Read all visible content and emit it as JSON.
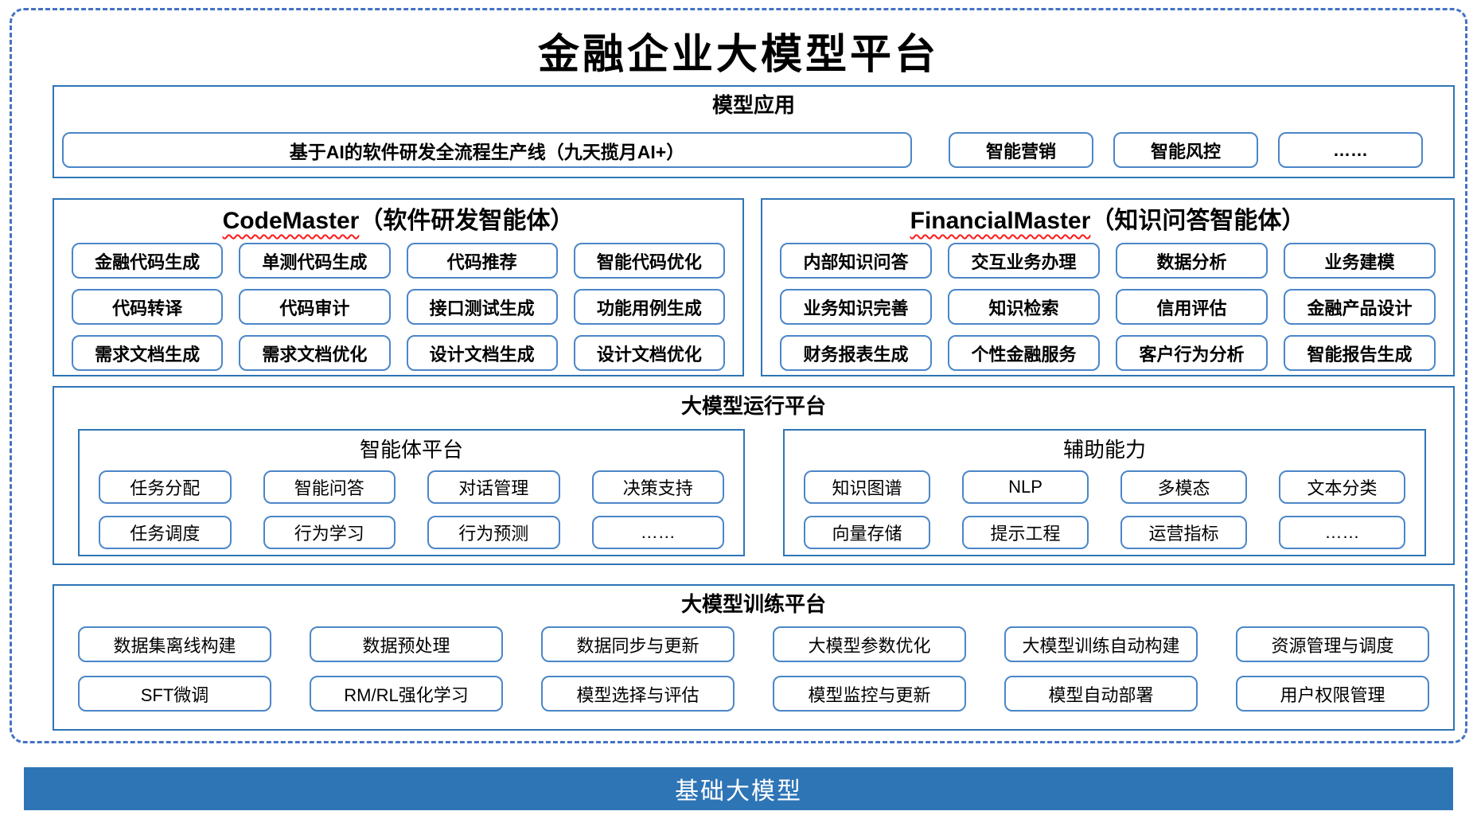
{
  "title": "金融企业大模型平台",
  "colors": {
    "dashed_border": "#4472C4",
    "container_border": "#2E75B6",
    "item_border": "#4B86C8",
    "base_bar_bg": "#2E75B6",
    "spellcheck_underline": "#FF1A1A"
  },
  "model_app": {
    "header": "模型应用",
    "pipeline": "基于AI的软件研发全流程生产线（九天揽月AI+）",
    "items": [
      "智能营销",
      "智能风控",
      "……"
    ]
  },
  "code_master": {
    "name": "CodeMaster",
    "suffix": "（软件研发智能体）",
    "items": [
      "金融代码生成",
      "单测代码生成",
      "代码推荐",
      "智能代码优化",
      "代码转译",
      "代码审计",
      "接口测试生成",
      "功能用例生成",
      "需求文档生成",
      "需求文档优化",
      "设计文档生成",
      "设计文档优化"
    ]
  },
  "financial_master": {
    "name": "FinancialMaster",
    "suffix": "（知识问答智能体）",
    "items": [
      "内部知识问答",
      "交互业务办理",
      "数据分析",
      "业务建模",
      "业务知识完善",
      "知识检索",
      "信用评估",
      "金融产品设计",
      "财务报表生成",
      "个性金融服务",
      "客户行为分析",
      "智能报告生成"
    ]
  },
  "runtime": {
    "header": "大模型运行平台",
    "agent_platform": {
      "header": "智能体平台",
      "items": [
        "任务分配",
        "智能问答",
        "对话管理",
        "决策支持",
        "任务调度",
        "行为学习",
        "行为预测",
        "……"
      ]
    },
    "auxiliary": {
      "header": "辅助能力",
      "items": [
        "知识图谱",
        "NLP",
        "多模态",
        "文本分类",
        "向量存储",
        "提示工程",
        "运营指标",
        "……"
      ]
    }
  },
  "training": {
    "header": "大模型训练平台",
    "items": [
      "数据集离线构建",
      "数据预处理",
      "数据同步与更新",
      "大模型参数优化",
      "大模型训练自动构建",
      "资源管理与调度",
      "SFT微调",
      "RM/RL强化学习",
      "模型选择与评估",
      "模型监控与更新",
      "模型自动部署",
      "用户权限管理"
    ]
  },
  "base_model": {
    "label": "基础大模型"
  }
}
